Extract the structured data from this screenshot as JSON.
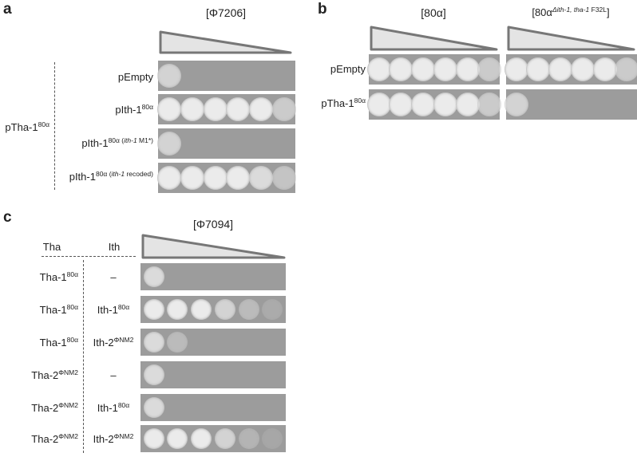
{
  "panel_a": {
    "label": "a",
    "phage": "[Φ7206]",
    "host": "pTha-1",
    "host_sup": "80α",
    "rows": [
      {
        "name": "pEmpty",
        "sup": "",
        "sup_extra": ""
      },
      {
        "name": "pIth-1",
        "sup": "80α",
        "sup_extra": ""
      },
      {
        "name": "pIth-1",
        "sup": "80α (",
        "sup_it": "ith-1",
        "sup_extra": " M1*)"
      },
      {
        "name": "pIth-1",
        "sup": "80α (",
        "sup_it": "ith-1",
        "sup_extra": " recoded)"
      }
    ]
  },
  "panel_b": {
    "label": "b",
    "phage_wt": "[80α]",
    "phage_mut_prefix": "[80α",
    "phage_mut_sup_it": "Δith-1, tha-1",
    "phage_mut_sup": " F32L",
    "phage_mut_suffix": "]",
    "rows": [
      {
        "name": "pEmpty",
        "sup": ""
      },
      {
        "name": "pTha-1",
        "sup": "80α"
      }
    ]
  },
  "panel_c": {
    "label": "c",
    "phage": "[Φ7094]",
    "col_tha": "Tha",
    "col_ith": "Ith",
    "rows": [
      {
        "tha": "Tha-1",
        "tha_sup": "80α",
        "ith": "–",
        "ith_sup": ""
      },
      {
        "tha": "Tha-1",
        "tha_sup": "80α",
        "ith": "Ith-1",
        "ith_sup": "80α"
      },
      {
        "tha": "Tha-1",
        "tha_sup": "80α",
        "ith": "Ith-2",
        "ith_sup": "ΦNM2"
      },
      {
        "tha": "Tha-2",
        "tha_sup": "ΦNM2",
        "ith": "–",
        "ith_sup": ""
      },
      {
        "tha": "Tha-2",
        "tha_sup": "ΦNM2",
        "ith": "Ith-1",
        "ith_sup": "80α"
      },
      {
        "tha": "Tha-2",
        "tha_sup": "ΦNM2",
        "ith": "Ith-2",
        "ith_sup": "ΦNM2"
      }
    ]
  }
}
